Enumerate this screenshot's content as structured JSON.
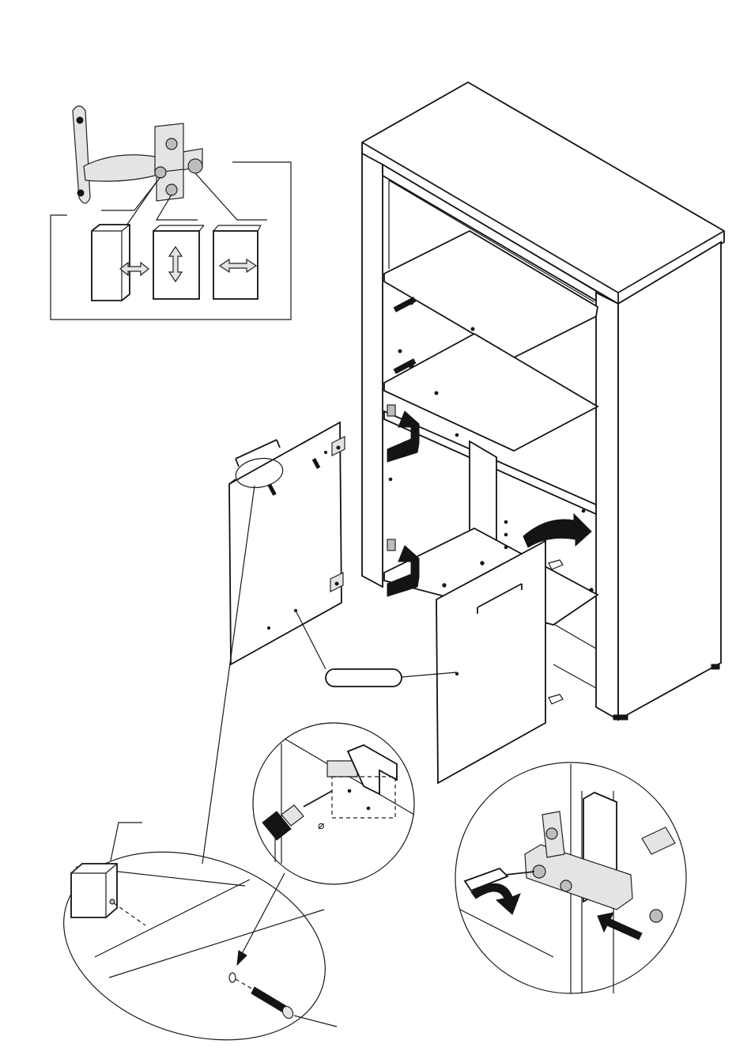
{
  "diagram": {
    "panels": [
      {
        "name": "hinge-adjustment-inset"
      },
      {
        "name": "cabinet-assembly-view"
      },
      {
        "name": "left-door"
      },
      {
        "name": "right-door"
      },
      {
        "name": "part-label-callout"
      },
      {
        "name": "handle-screw-detail"
      },
      {
        "name": "hinge-mounting-detail"
      },
      {
        "name": "hinge-screwdriver-detail"
      }
    ],
    "callout_label": "",
    "adjustment_arrows": [
      "depth",
      "height",
      "side"
    ],
    "colors": {
      "ink": "#141414",
      "paper": "#ffffff",
      "shade": "#bdbdbd"
    }
  }
}
